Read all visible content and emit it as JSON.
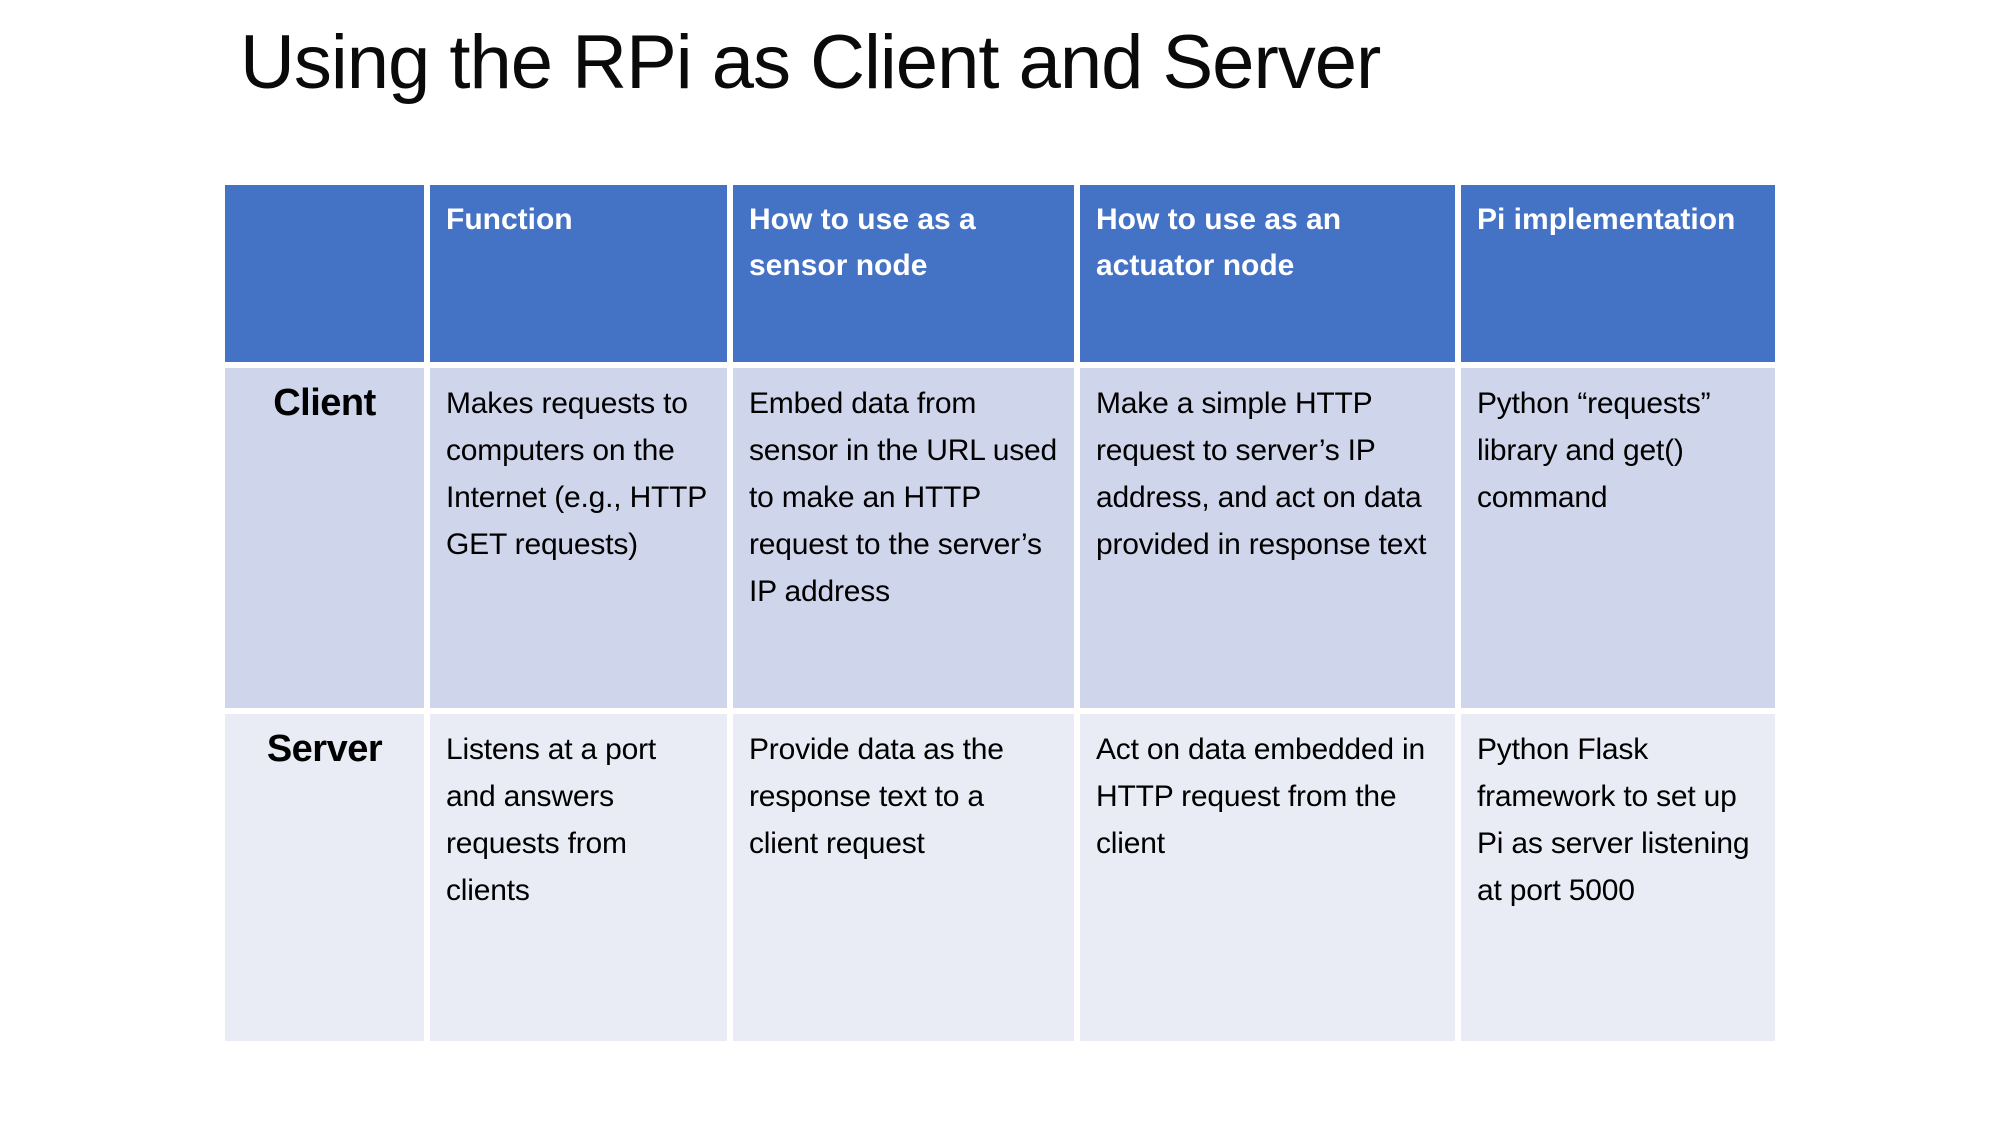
{
  "slide": {
    "title": "Using the RPi as Client and Server"
  },
  "colors": {
    "header_bg": "#4472C4",
    "band_row1_bg": "#CFD5EA",
    "band_row2_bg": "#E9EBF5",
    "header_text": "#FFFFFF",
    "body_text": "#000000"
  },
  "table": {
    "headers": [
      "",
      "Function",
      "How to use as a sensor node",
      "How to use as an actuator node",
      "Pi implementation"
    ],
    "rows": [
      {
        "label": "Client",
        "cells": [
          "Makes requests to computers on the Internet (e.g., HTTP GET requests)",
          "Embed data from sensor in the URL used to make an HTTP request to the server’s IP address",
          "Make a simple HTTP request to server’s IP address, and act on data provided in response text",
          "Python “requests” library and get() command"
        ]
      },
      {
        "label": "Server",
        "cells": [
          "Listens at a port and answers requests from clients",
          "Provide data as the response text to a client request",
          "Act on data embedded in HTTP request from the client",
          "Python Flask framework to set up Pi as server listening at port 5000"
        ]
      }
    ]
  }
}
